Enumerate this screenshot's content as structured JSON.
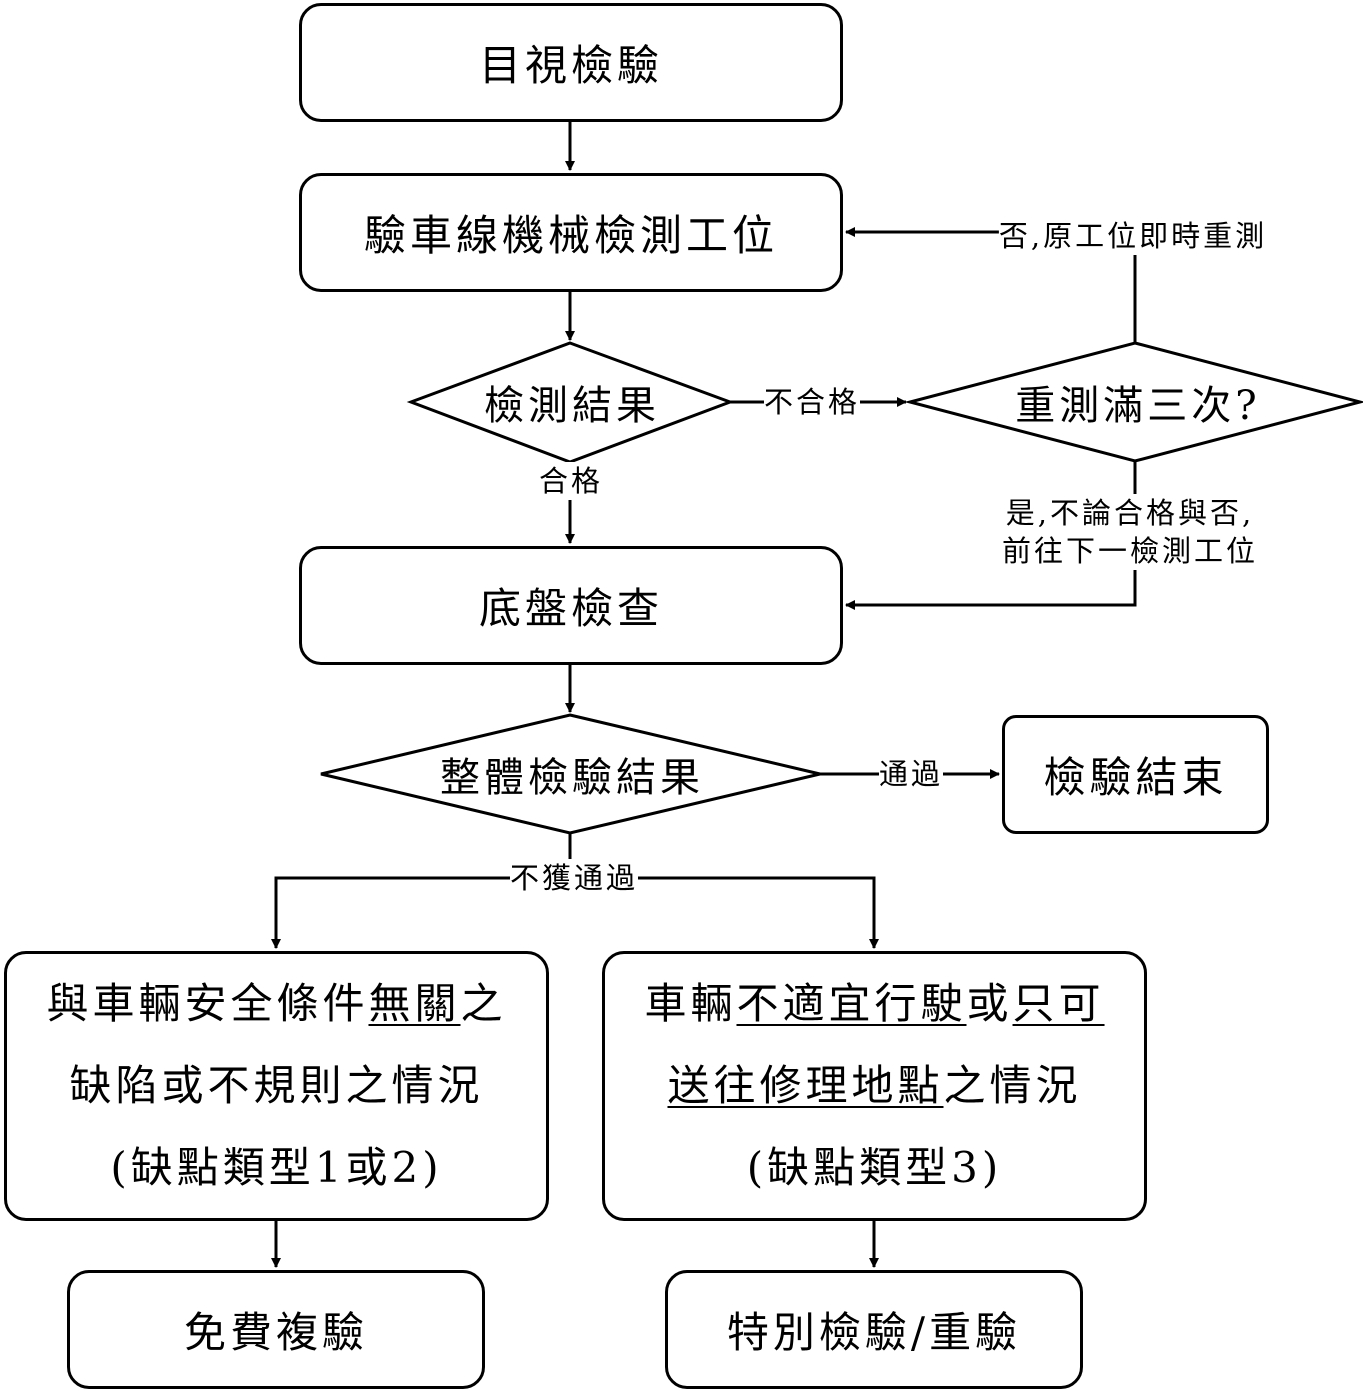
{
  "nodes": {
    "visual": "目視檢驗",
    "mech": "驗車線機械檢測工位",
    "test_result": "檢測結果",
    "retest": "重測滿三次?",
    "chassis": "底盤檢查",
    "overall": "整體檢驗結果",
    "end": "檢驗結束",
    "left_box": {
      "line1_a": "與車輛安全條件",
      "line1_u": "無關",
      "line1_b": "之",
      "line2": "缺陷或不規則之情況",
      "line3": "(缺點類型1或2)"
    },
    "right_box": {
      "line1_a": "車輛",
      "line1_u1": "不適宜行駛",
      "line1_b": "或",
      "line1_u2": "只可",
      "line2_u": "送往修理地點",
      "line2_b": "之情況",
      "line3": "(缺點類型3)"
    },
    "free_retest": "免費複驗",
    "special": "特別檢驗/重驗"
  },
  "edges": {
    "fail": "不合格",
    "pass": "合格",
    "no_retest": "否,原工位即時重測",
    "yes_line1": "是,不論合格與否,",
    "yes_line2": "前往下一檢測工位",
    "passed": "通過",
    "not_passed": "不獲通過"
  }
}
